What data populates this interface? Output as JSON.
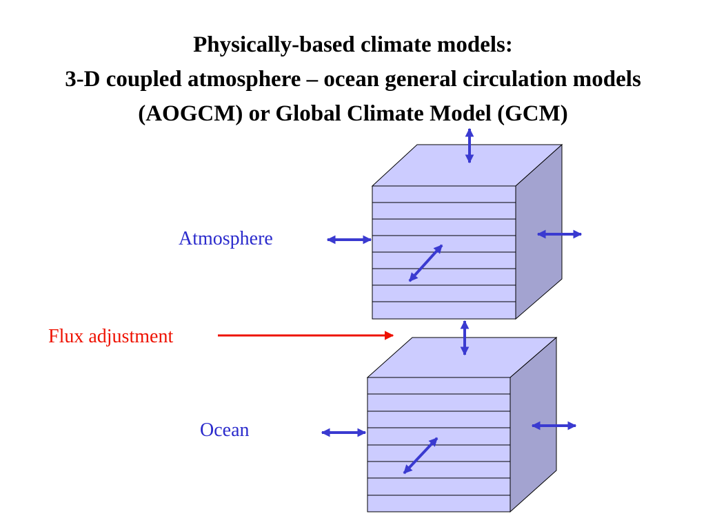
{
  "title": {
    "line1": "Physically-based climate models:",
    "line2": "3-D coupled atmosphere – ocean general circulation models",
    "line3": "(AOGCM) or Global Climate Model (GCM)"
  },
  "labels": {
    "atmosphere": "Atmosphere",
    "ocean": "Ocean",
    "flux_adjustment": "Flux adjustment"
  },
  "colors": {
    "title_text": "#000000",
    "label_blue": "#2b2bcc",
    "flux_red": "#ee1100",
    "arrow_blue": "#3a3ad0",
    "cube_front": "#ccccff",
    "cube_top": "#ccccff",
    "cube_side": "#a3a3d0",
    "outline": "#000000"
  }
}
